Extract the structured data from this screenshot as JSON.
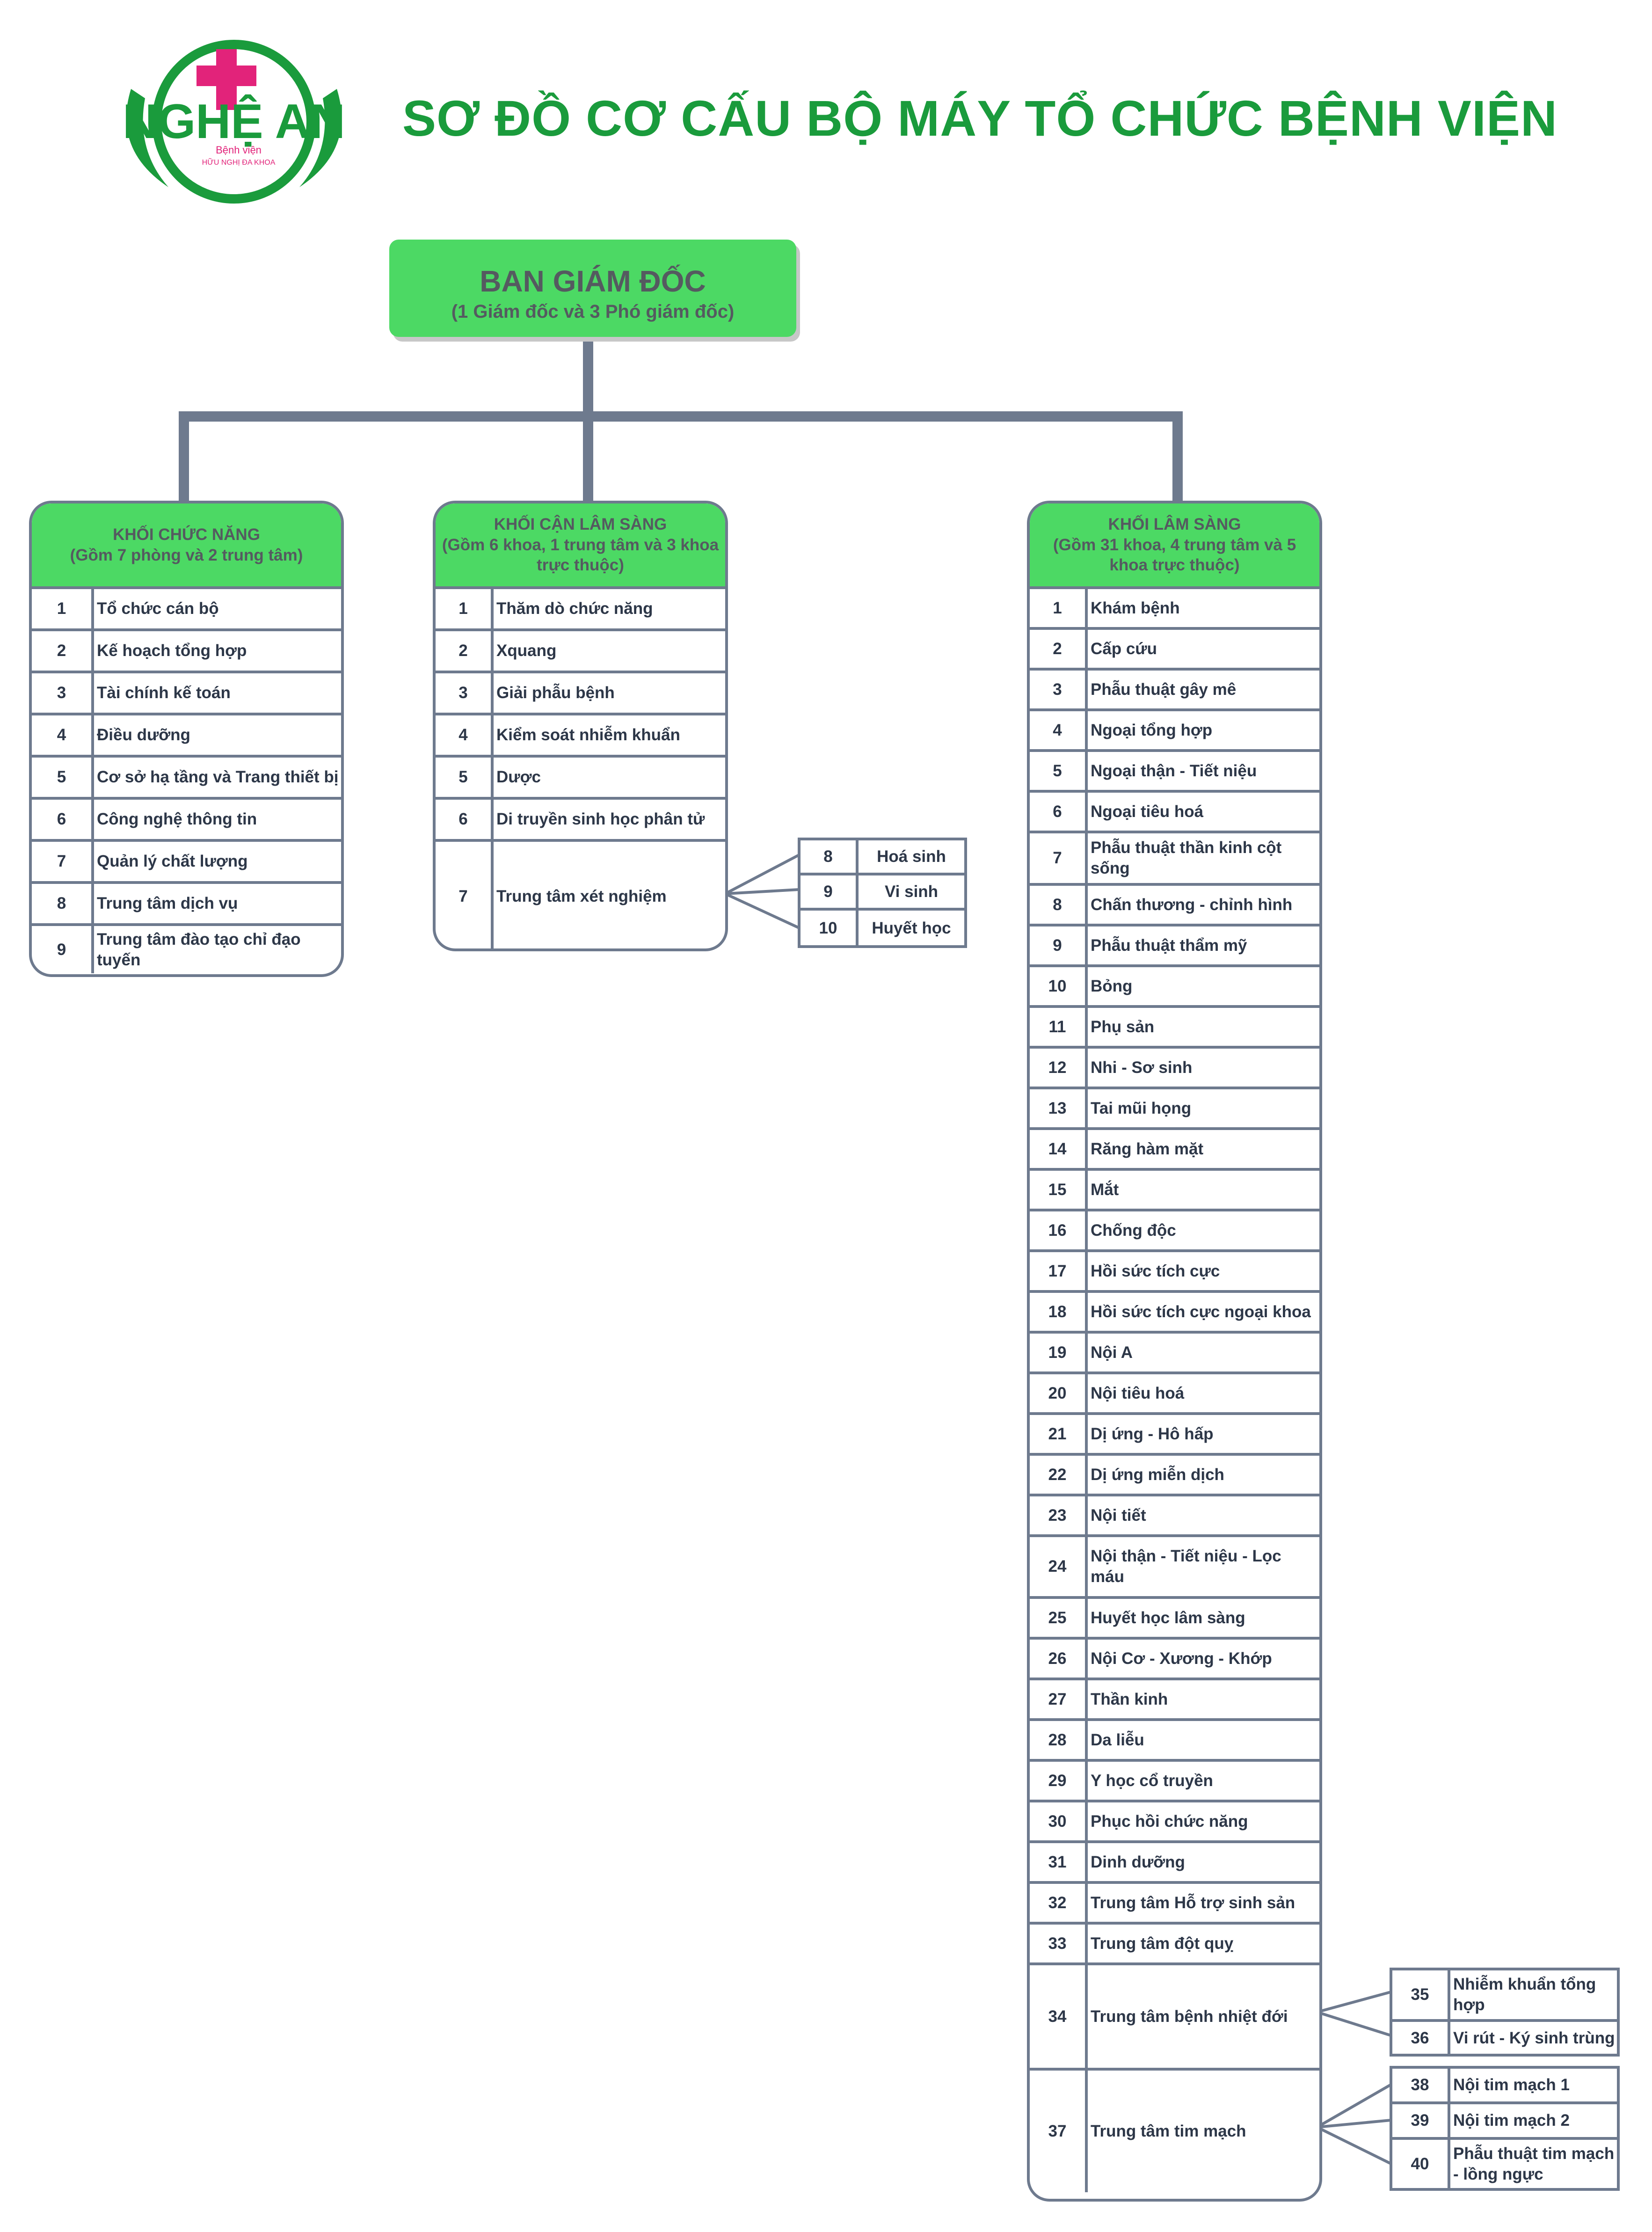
{
  "page": {
    "title": "SƠ ĐỒ CƠ CẤU BỘ MÁY TỔ CHỨC BỆNH VIỆN",
    "logo_text": "NGHỆ AN",
    "logo_sub1": "Bệnh viện",
    "logo_sub2": "HỮU NGHỊ ĐA KHOA"
  },
  "colors": {
    "accent": "#1a9b3c",
    "header_fill": "#4cd964",
    "border": "#6e7a8e",
    "logo_cross": "#e2237a"
  },
  "director": {
    "title": "BAN GIÁM ĐỐC",
    "subtitle": "(1 Giám đốc và 3 Phó giám đốc)"
  },
  "blocks": {
    "functional": {
      "title": "KHỐI CHỨC NĂNG",
      "subtitle": "(Gồm 7 phòng và 2 trung tâm)",
      "items": [
        {
          "no": "1",
          "name": "Tổ chức cán bộ"
        },
        {
          "no": "2",
          "name": "Kế hoạch tổng hợp"
        },
        {
          "no": "3",
          "name": "Tài chính kế toán"
        },
        {
          "no": "4",
          "name": "Điều dưỡng"
        },
        {
          "no": "5",
          "name": "Cơ sở hạ tầng và Trang thiết bị"
        },
        {
          "no": "6",
          "name": "Công nghệ thông tin"
        },
        {
          "no": "7",
          "name": "Quản lý chất lượng"
        },
        {
          "no": "8",
          "name": "Trung tâm dịch vụ"
        },
        {
          "no": "9",
          "name": "Trung tâm đào tạo chỉ đạo tuyến"
        }
      ]
    },
    "paraclinical": {
      "title": "KHỐI CẬN LÂM SÀNG",
      "subtitle": "(Gồm 6 khoa, 1 trung tâm và 3 khoa trực thuộc)",
      "items": [
        {
          "no": "1",
          "name": "Thăm dò chức năng"
        },
        {
          "no": "2",
          "name": "Xquang"
        },
        {
          "no": "3",
          "name": "Giải phẫu bệnh"
        },
        {
          "no": "4",
          "name": "Kiểm soát nhiễm khuẩn"
        },
        {
          "no": "5",
          "name": "Dược"
        },
        {
          "no": "6",
          "name": "Di truyền sinh học phân tử"
        },
        {
          "no": "7",
          "name": "Trung tâm xét nghiệm"
        }
      ],
      "sub_lab": [
        {
          "no": "8",
          "name": "Hoá sinh"
        },
        {
          "no": "9",
          "name": "Vi sinh"
        },
        {
          "no": "10",
          "name": "Huyết học"
        }
      ]
    },
    "clinical": {
      "title": "KHỐI LÂM SÀNG",
      "subtitle": "(Gồm 31 khoa, 4 trung tâm và 5 khoa trực thuộc)",
      "items": [
        {
          "no": "1",
          "name": "Khám bệnh"
        },
        {
          "no": "2",
          "name": "Cấp cứu"
        },
        {
          "no": "3",
          "name": "Phẫu thuật gây mê"
        },
        {
          "no": "4",
          "name": "Ngoại tổng hợp"
        },
        {
          "no": "5",
          "name": "Ngoại thận - Tiết niệu"
        },
        {
          "no": "6",
          "name": "Ngoại tiêu hoá"
        },
        {
          "no": "7",
          "name": "Phẫu thuật thần kinh cột sống"
        },
        {
          "no": "8",
          "name": "Chấn thương - chỉnh hình"
        },
        {
          "no": "9",
          "name": "Phẫu thuật thẩm mỹ"
        },
        {
          "no": "10",
          "name": "Bỏng"
        },
        {
          "no": "11",
          "name": "Phụ sản"
        },
        {
          "no": "12",
          "name": "Nhi - Sơ sinh"
        },
        {
          "no": "13",
          "name": "Tai mũi họng"
        },
        {
          "no": "14",
          "name": "Răng hàm mặt"
        },
        {
          "no": "15",
          "name": "Mắt"
        },
        {
          "no": "16",
          "name": "Chống độc"
        },
        {
          "no": "17",
          "name": "Hồi sức tích cực"
        },
        {
          "no": "18",
          "name": "Hồi sức tích cực ngoại khoa"
        },
        {
          "no": "19",
          "name": "Nội A"
        },
        {
          "no": "20",
          "name": "Nội tiêu hoá"
        },
        {
          "no": "21",
          "name": "Dị ứng - Hô hấp"
        },
        {
          "no": "22",
          "name": "Dị ứng miễn dịch"
        },
        {
          "no": "23",
          "name": "Nội tiết"
        },
        {
          "no": "24",
          "name": "Nội thận - Tiết niệu - Lọc máu"
        },
        {
          "no": "25",
          "name": "Huyết học lâm sàng"
        },
        {
          "no": "26",
          "name": "Nội Cơ - Xương - Khớp"
        },
        {
          "no": "27",
          "name": "Thần kinh"
        },
        {
          "no": "28",
          "name": "Da liễu"
        },
        {
          "no": "29",
          "name": "Y học cổ truyền"
        },
        {
          "no": "30",
          "name": "Phục hồi chức năng"
        },
        {
          "no": "31",
          "name": "Dinh dưỡng"
        },
        {
          "no": "32",
          "name": "Trung tâm Hỗ trợ sinh sản"
        },
        {
          "no": "33",
          "name": "Trung tâm đột quỵ"
        },
        {
          "no": "34",
          "name": "Trung tâm bệnh nhiệt đới"
        },
        {
          "no": "37",
          "name": "Trung tâm tim mạch"
        }
      ],
      "sub_tropical": [
        {
          "no": "35",
          "name": "Nhiễm khuẩn tổng hợp"
        },
        {
          "no": "36",
          "name": "Vi rút - Ký sinh trùng"
        }
      ],
      "sub_cardio": [
        {
          "no": "38",
          "name": "Nội tim mạch 1"
        },
        {
          "no": "39",
          "name": "Nội tim mạch 2"
        },
        {
          "no": "40",
          "name": "Phẫu thuật tim mạch - lồng ngực"
        }
      ]
    }
  }
}
